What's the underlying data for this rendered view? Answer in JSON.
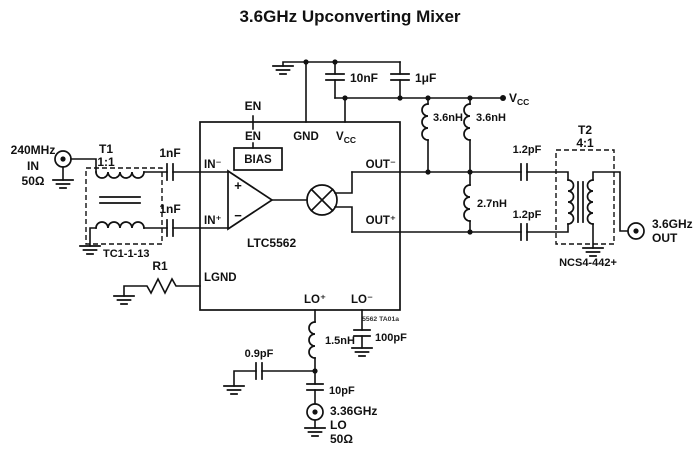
{
  "title": "3.6GHz Upconverting Mixer",
  "colors": {
    "ic_fill": "#ecc9bd"
  },
  "io": {
    "input": {
      "freq": "240MHz",
      "port": "IN",
      "impedance": "50Ω"
    },
    "output": {
      "freq": "3.6GHz",
      "port": "OUT"
    },
    "lo": {
      "freq": "3.36GHz",
      "port": "LO",
      "impedance": "50Ω"
    },
    "enable": "EN",
    "supply": {
      "v": "V",
      "sub": "CC"
    }
  },
  "ic": {
    "part": "LTC5562",
    "bias": "BIAS",
    "amp_plus": "+",
    "amp_minus": "−",
    "pins": {
      "en": "EN",
      "gnd": "GND",
      "vcc_v": "V",
      "vcc_sub": "CC",
      "in_neg": "IN⁻",
      "in_pos": "IN⁺",
      "out_neg": "OUT⁻",
      "out_pos": "OUT⁺",
      "lgnd": "LGND",
      "lo_pos": "LO⁺",
      "lo_neg": "LO⁻"
    }
  },
  "transformers": {
    "t1": {
      "ref": "T1",
      "ratio": "1:1",
      "part": "TC1-1-13"
    },
    "t2": {
      "ref": "T2",
      "ratio": "4:1",
      "part": "NCS4-442+"
    }
  },
  "components": {
    "c_in_top": "1nF",
    "c_in_bot": "1nF",
    "r1": "R1",
    "c_byp1": "10nF",
    "c_byp2": "1μF",
    "l_out1": "3.6nH",
    "l_out2": "3.6nH",
    "l_shunt": "2.7nH",
    "c_out1": "1.2pF",
    "c_out2": "1.2pF",
    "l_lo": "1.5nH",
    "c_lo_shunt": "0.9pF",
    "c_lo_series": "10pF",
    "c_lo_gnd": "100pF"
  },
  "note": "5562 TA01a"
}
